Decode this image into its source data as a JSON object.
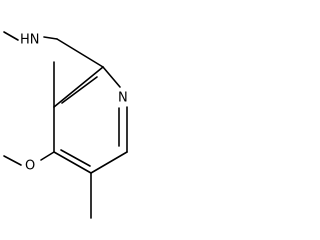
{
  "structure": {
    "atoms": {
      "nh": "HN",
      "ring_n": "N",
      "ether_o": "O"
    }
  }
}
